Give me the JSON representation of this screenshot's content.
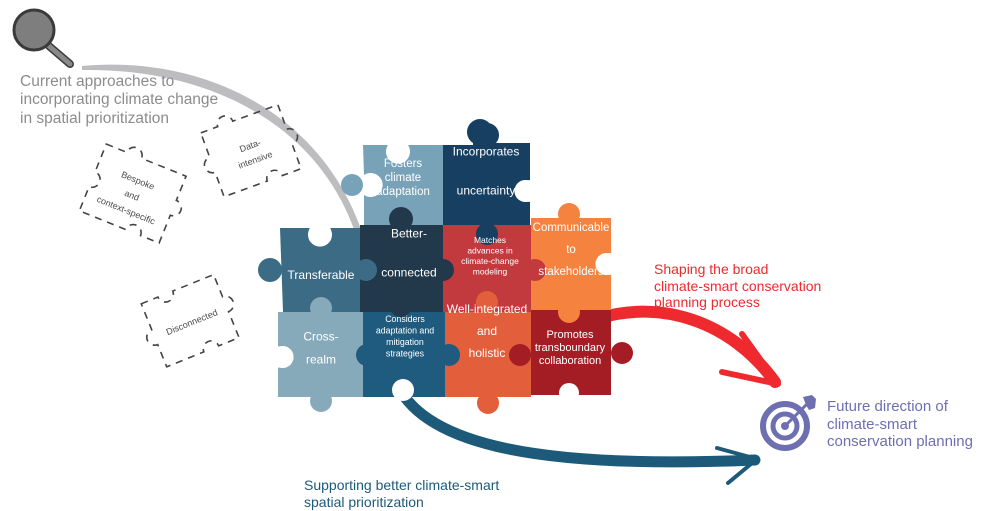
{
  "colors": {
    "current_gray": "#8c8c8c",
    "arc_gray": "#bdbdc0",
    "red_arrow": "#ee2a2f",
    "teal_arrow": "#1d5a79",
    "target_purple": "#6e6fb1",
    "transferable": "#3b6b85",
    "fosters": "#78a2b8",
    "incorporates": "#163f62",
    "better_connected": "#22384b",
    "matches": "#c23a3e",
    "communicable": "#f5823f",
    "cross_realm": "#87aabb",
    "considers": "#1e5b7e",
    "well_integrated": "#e35e3a",
    "promotes": "#a41c24"
  },
  "current_section": {
    "icon": "magnifier-icon",
    "heading": "Current approaches to incorporating climate change in spatial prioritization",
    "heading_lines": [
      "Current approaches to",
      "incorporating climate change",
      "in spatial prioritization"
    ],
    "dashed_pieces": [
      {
        "id": "bespoke",
        "lines": [
          "Bespoke",
          "and",
          "context-specific"
        ]
      },
      {
        "id": "data-intensive",
        "lines": [
          "Data-",
          "intensive"
        ]
      },
      {
        "id": "disconnected",
        "lines": [
          "Disconnected"
        ]
      }
    ]
  },
  "puzzle": {
    "pieces": [
      {
        "id": "fosters",
        "lines": [
          "Fosters",
          "climate",
          "adaptation"
        ]
      },
      {
        "id": "incorporates",
        "lines": [
          "Incorporates",
          "uncertainty"
        ]
      },
      {
        "id": "transferable",
        "lines": [
          "Transferable"
        ]
      },
      {
        "id": "better-connected",
        "lines": [
          "Better-",
          "connected"
        ]
      },
      {
        "id": "matches",
        "lines": [
          "Matches",
          "advances in",
          "climate-change",
          "modeling"
        ]
      },
      {
        "id": "communicable",
        "lines": [
          "Communicable",
          "to",
          "stakeholders"
        ]
      },
      {
        "id": "cross-realm",
        "lines": [
          "Cross-",
          "realm"
        ]
      },
      {
        "id": "considers",
        "lines": [
          "Considers",
          "adaptation and",
          "mitigation",
          "strategies"
        ]
      },
      {
        "id": "well-integrated",
        "lines": [
          "Well-integrated",
          "and",
          "holistic"
        ]
      },
      {
        "id": "promotes",
        "lines": [
          "Promotes",
          "transboundary",
          "collaboration"
        ]
      }
    ]
  },
  "paths": {
    "shaping": {
      "lines": [
        "Shaping the broad",
        "climate-smart conservation",
        "planning process"
      ]
    },
    "supporting": {
      "lines": [
        "Supporting better climate-smart",
        "spatial prioritization"
      ]
    }
  },
  "future": {
    "icon": "target-icon",
    "lines": [
      "Future direction of",
      "climate-smart",
      "conservation planning"
    ]
  }
}
